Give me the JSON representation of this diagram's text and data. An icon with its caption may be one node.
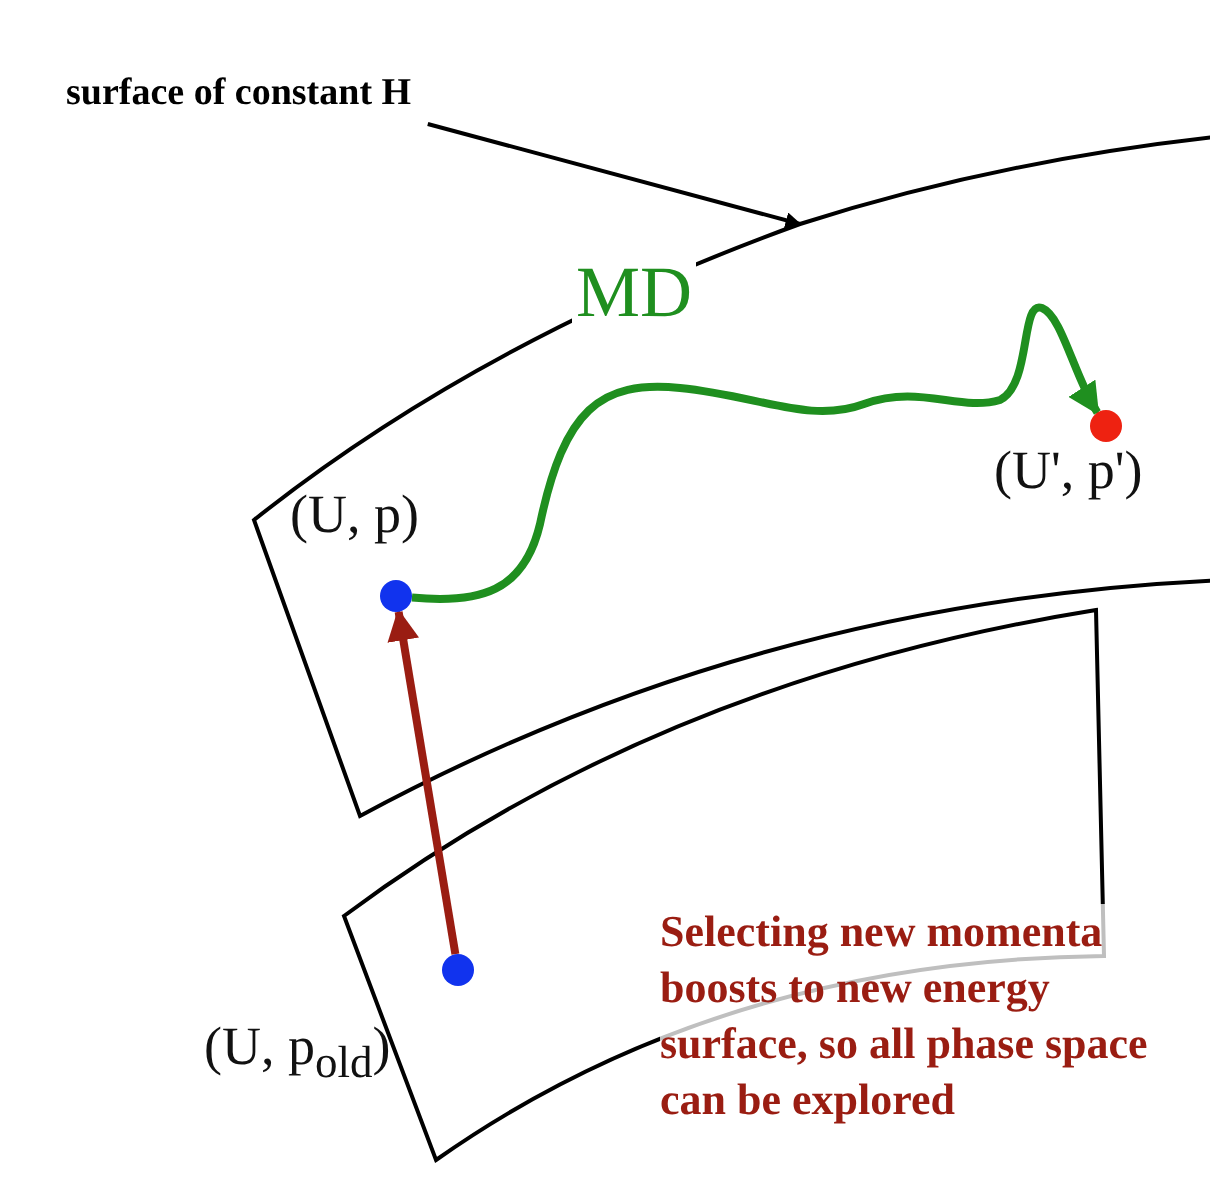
{
  "diagram": {
    "nodes": [
      {
        "text": [
          "surface of constant H"
        ]
      },
      {
        "text": [],
        "shape": "band"
      },
      {
        "text": [],
        "shape": "circle",
        "in": 1,
        "beside": [
          "(U, p)"
        ]
      },
      {
        "text": [],
        "shape": "circle",
        "in": 1,
        "beside": [
          "(U', p')"
        ]
      },
      {
        "text": [],
        "shape": "band"
      },
      {
        "text": [],
        "shape": "circle",
        "in": 4,
        "beside": [
          "(U, p$_{old}$)"
        ]
      }
    ],
    "edges": [
      {
        "from": 0,
        "to": 1,
        "arrow": "to"
      },
      {
        "from": 2,
        "to": 3,
        "arrow": "to",
        "label": "MD",
        "color": "#1f8f1f"
      },
      {
        "from": 5,
        "to": 2,
        "arrow": "to",
        "color": "#9a1d12"
      }
    ],
    "labels": [
      "Selecting new momenta boosts to new energy surface, so all phase space can be explored"
    ]
  }
}
